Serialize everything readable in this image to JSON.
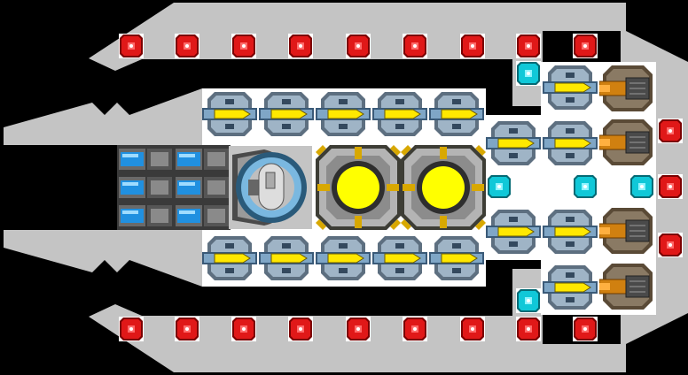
{
  "scene": {
    "name": "ship-designer-grid",
    "colors": {
      "background": "#000000",
      "hull": "#c4c4c4",
      "floor": "#ffffff",
      "red_block": "#e01818",
      "cyan_block": "#10c8d8",
      "thruster_yellow": "#ffe800",
      "reactor_yellow": "#ffff00",
      "cannon_orange": "#d08010",
      "battery_blue": "#2090e0"
    },
    "legend": {
      "red": "red-armor-block",
      "cyan": "cyan-connector-block",
      "thruster": "yellow-thruster",
      "reactor": "yellow-reactor-core",
      "cannon": "bronze-cannon-turret",
      "battery": "blue-battery-cell",
      "cockpit": "pilot-cockpit"
    }
  }
}
